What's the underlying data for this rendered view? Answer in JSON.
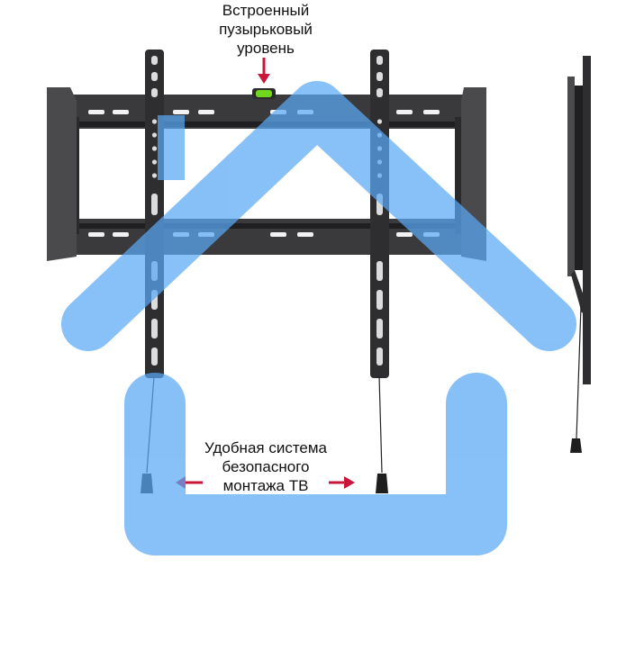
{
  "annotations": {
    "level_lines": [
      "Встроенный",
      "пузырьковый",
      "уровень"
    ],
    "safety_lines": [
      "Удобная система",
      "безопасного",
      "монтажа ТВ"
    ]
  },
  "colors": {
    "frame": "#3a3a3c",
    "frame_dark": "#1f1f21",
    "bracket": "#2e2e30",
    "end_cap": "#4a4a4c",
    "bubble_level": "#6fd61e",
    "arrow": "#c8173a",
    "watermark": "#5aa8f5",
    "background": "#ffffff"
  },
  "icons": {
    "watermark": "house-outline-icon",
    "pointer": "arrow-icon"
  }
}
